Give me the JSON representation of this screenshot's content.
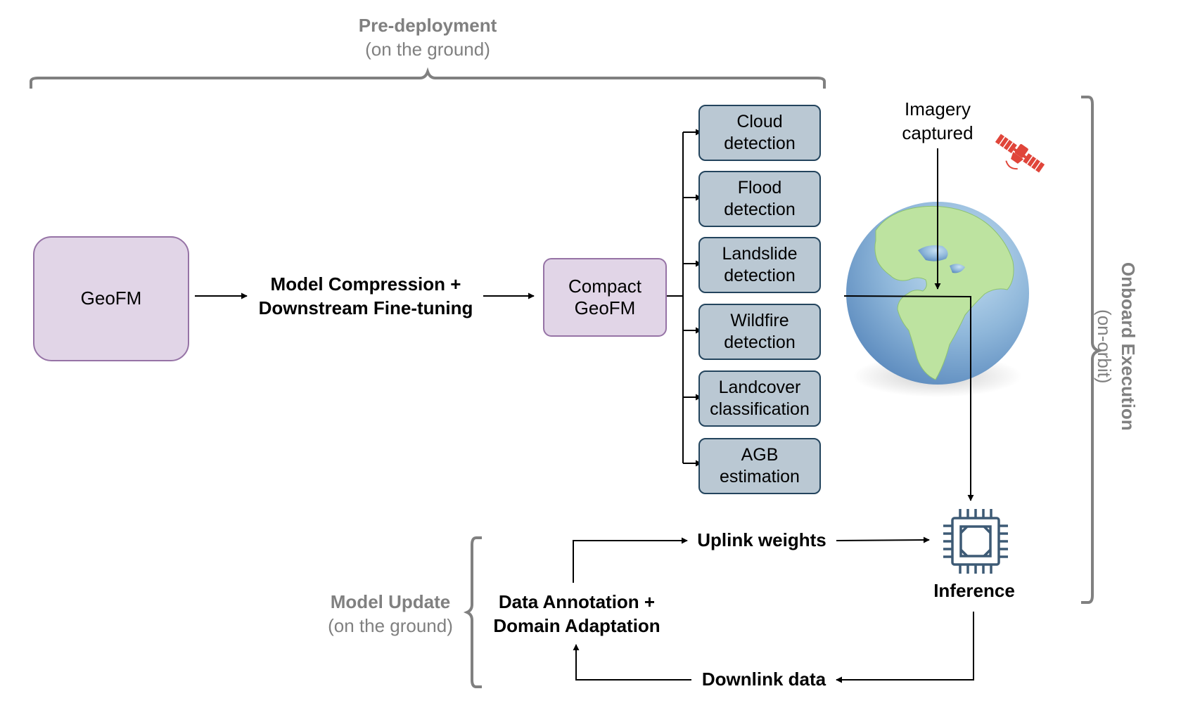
{
  "pre_deployment": {
    "title": "Pre-deployment",
    "subtitle": "(on the ground)"
  },
  "onboard": {
    "title": "Onboard Execution",
    "subtitle": "(on-orbit)"
  },
  "model_update": {
    "title": "Model Update",
    "subtitle": "(on the ground)"
  },
  "geofm": {
    "label": "GeoFM"
  },
  "compression": {
    "line1": "Model Compression +",
    "line2": "Downstream Fine-tuning"
  },
  "compact": {
    "line1": "Compact",
    "line2": "GeoFM"
  },
  "tasks": [
    {
      "line1": "Cloud",
      "line2": "detection"
    },
    {
      "line1": "Flood",
      "line2": "detection"
    },
    {
      "line1": "Landslide",
      "line2": "detection"
    },
    {
      "line1": "Wildfire",
      "line2": "detection"
    },
    {
      "line1": "Landcover",
      "line2": "classification"
    },
    {
      "line1": "AGB",
      "line2": "estimation"
    }
  ],
  "imagery": {
    "line1": "Imagery",
    "line2": "captured"
  },
  "inference": {
    "label": "Inference"
  },
  "uplink": {
    "label": "Uplink weights"
  },
  "downlink": {
    "label": "Downlink data"
  },
  "annotation": {
    "line1": "Data Annotation +",
    "line2": "Domain Adaptation"
  },
  "icons": {
    "satellite": "satellite-icon",
    "earth": "earth-globe-icon",
    "chip": "processor-chip-icon"
  },
  "colors": {
    "purple_fill": "#e1d5e7",
    "purple_border": "#9673a6",
    "task_fill": "#bac8d3",
    "task_border": "#23445d",
    "gray_text": "#808080",
    "chip": "#3d5a75",
    "satellite": "#e0453a"
  }
}
